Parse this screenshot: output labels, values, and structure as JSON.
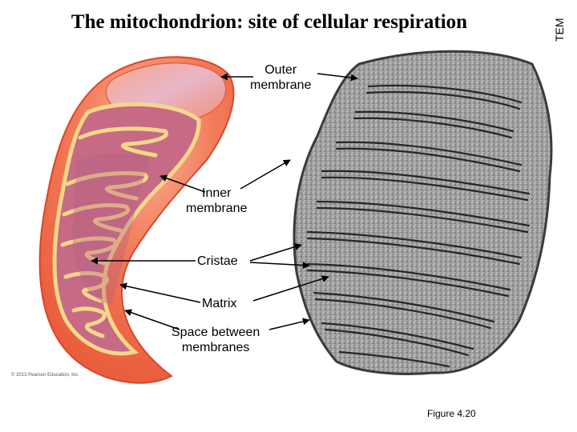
{
  "title": "The mitochondrion: site of cellular respiration",
  "tem_label": "TEM",
  "labels": {
    "outer_membrane": [
      "Outer",
      "membrane"
    ],
    "inner_membrane": [
      "Inner",
      "membrane"
    ],
    "cristae": "Cristae",
    "matrix": "Matrix",
    "intermembrane_space": [
      "Space between",
      "membranes"
    ]
  },
  "copyright": "© 2013 Pearson Education, Inc.",
  "figure_caption": "Figure 4.20",
  "colors": {
    "outer_membrane": "#f26a4b",
    "outer_highlight": "#f6a98e",
    "inner_membrane": "#f4d88a",
    "matrix": "#c9708a",
    "em_background": "#9a9a9a",
    "em_cristae": "#2b2b2b"
  }
}
